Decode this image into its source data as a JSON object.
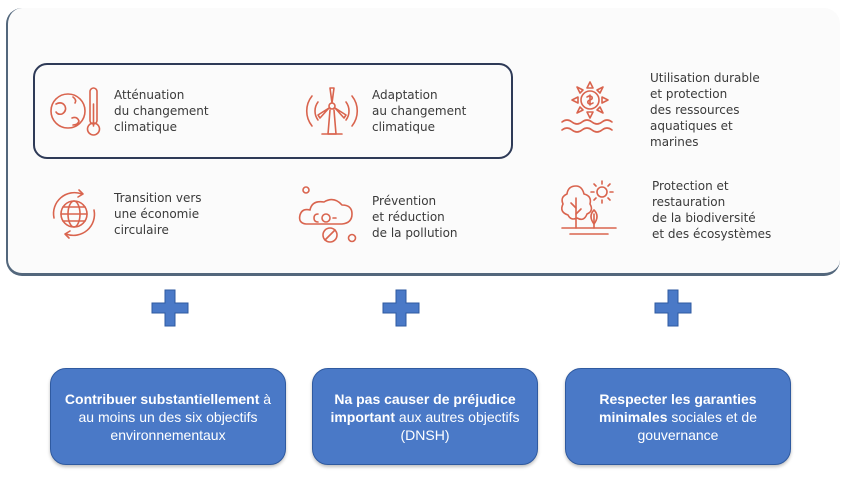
{
  "objectives": [
    {
      "lines": "Atténuation\ndu changement\nclimatique",
      "icon": "globe-thermometer-icon"
    },
    {
      "lines": "Adaptation\nau changement\nclimatique",
      "icon": "wind-turbine-icon"
    },
    {
      "lines": "Utilisation durable\net protection\ndes ressources\naquatiques et\nmarines",
      "icon": "sun-water-icon"
    },
    {
      "lines": "Transition vers\nune économie\ncirculaire",
      "icon": "circular-globe-icon"
    },
    {
      "lines": "Prévention\net réduction\nde la pollution",
      "icon": "co2-cloud-icon"
    },
    {
      "lines": "Protection et\nrestauration\nde la biodiversité\net des écosystèmes",
      "icon": "trees-sun-icon"
    }
  ],
  "criteria": [
    {
      "bold": "Contribuer substantiellement",
      "rest": " à au moins un des six objectifs environnementaux"
    },
    {
      "bold": "Na pas causer de préjudice important",
      "rest": " aux autres objectifs (DNSH)"
    },
    {
      "bold": "Respecter les garanties minimales",
      "rest": " sociales et de gouvernance"
    }
  ],
  "colors": {
    "icon": "#d9644e",
    "plus": "#4a79c7",
    "box": "#4a79c7",
    "frame": "#2e3a57"
  }
}
